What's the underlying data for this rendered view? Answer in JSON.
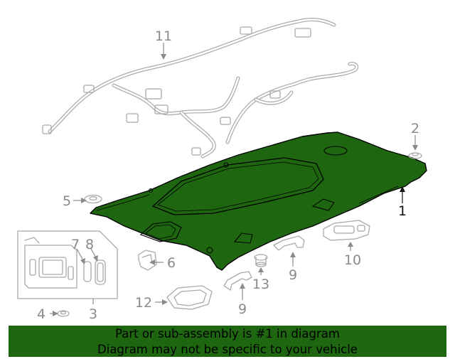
{
  "callouts": {
    "c1": "1",
    "c2": "2",
    "c3": "3",
    "c4": "4",
    "c5": "5",
    "c6": "6",
    "c7": "7",
    "c8": "8",
    "c9a": "9",
    "c9b": "9",
    "c10": "10",
    "c11": "11",
    "c12": "12",
    "c13": "13"
  },
  "highlight_color": "#1e6610",
  "banner": {
    "line1": "Part or sub-assembly is #1 in diagram",
    "line2": "Diagram may not be specific to your vehicle"
  }
}
